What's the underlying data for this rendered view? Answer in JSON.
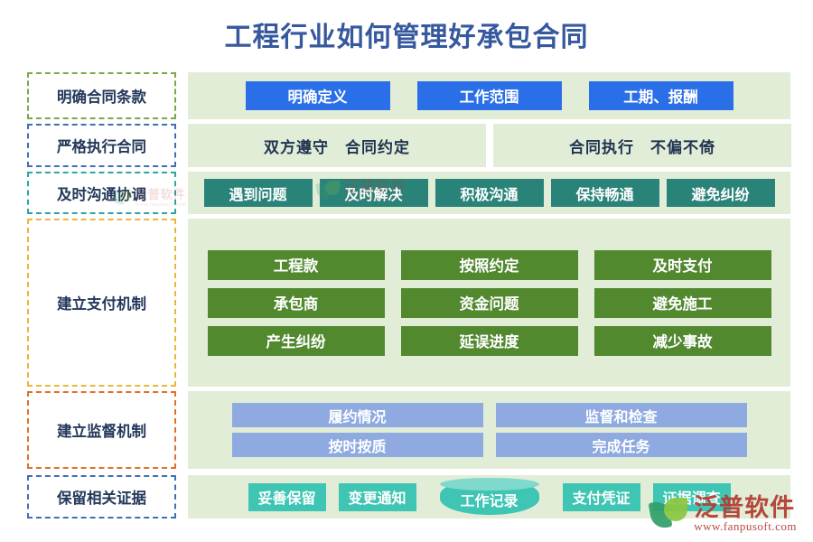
{
  "page": {
    "title": "工程行业如何管理好承包合同",
    "title_color": "#36589E",
    "background": "#FFFFFF",
    "panel_background": "#E2EDD7"
  },
  "rows": [
    {
      "label": "明确合同条款",
      "label_border_color": "#7FA64B",
      "chip_style": "blue",
      "chip_color": "#2B6FE8",
      "lines": [
        [
          "明确定义",
          "工作范围",
          "工期、报酬"
        ]
      ]
    },
    {
      "label": "严格执行合同",
      "label_border_color": "#3F6FB5",
      "chip_style": "pale",
      "chip_color": "#E2EDD7",
      "lines": [
        [
          "双方遵守　合同约定",
          "合同执行　不偏不倚"
        ]
      ]
    },
    {
      "label": "及时沟通协调",
      "label_border_color": "#2AA7A0",
      "chip_style": "teal",
      "chip_color": "#2A8379",
      "lines": [
        [
          "遇到问题",
          "及时解决",
          "积极沟通",
          "保持畅通",
          "避免纠纷"
        ]
      ]
    },
    {
      "label": "建立支付机制",
      "label_border_color": "#E9B73A",
      "chip_style": "green",
      "chip_color": "#52892F",
      "lines": [
        [
          "工程款",
          "按照约定",
          "及时支付"
        ],
        [
          "承包商",
          "资金问题",
          "避免施工"
        ],
        [
          "产生纠纷",
          "延误进度",
          "减少事故"
        ]
      ]
    },
    {
      "label": "建立监督机制",
      "label_border_color": "#E2702A",
      "chip_style": "peri",
      "chip_color": "#8EAAE0",
      "lines": [
        [
          "履约情况",
          "监督和检查"
        ],
        [
          "按时按质",
          "完成任务"
        ]
      ]
    },
    {
      "label": "保留相关证据",
      "label_border_color": "#3F6FB5",
      "chip_style": "mint",
      "chip_color": "#3EC5B3",
      "lines": [
        [
          "妥善保留",
          "变更通知",
          "工作记录",
          "支付凭证",
          "证据调查"
        ]
      ],
      "cylinder_index": 2
    }
  ],
  "watermark": {
    "brand": "泛普软件",
    "url": "www.fanpusoft.com",
    "color": "#B23A2E"
  }
}
